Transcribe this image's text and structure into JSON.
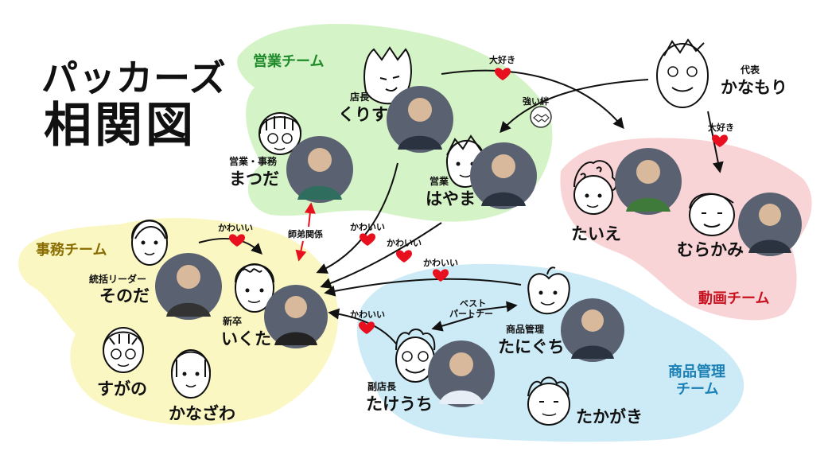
{
  "title": {
    "line1": "パッカーズ",
    "line2": "相関図"
  },
  "teams": {
    "sales": "営業チーム",
    "office": "事務チーム",
    "video": "動画チーム",
    "product_line1": "商品管理",
    "product_line2": "チーム"
  },
  "people": {
    "kurisu": {
      "role": "店長",
      "name": "くりす"
    },
    "matsuda": {
      "role": "営業・事務",
      "name": "まつだ"
    },
    "hayama": {
      "role": "営業",
      "name": "はやま"
    },
    "kanamori": {
      "role": "代表",
      "name": "かなもり"
    },
    "taie": {
      "name": "たいえ"
    },
    "murakami": {
      "name": "むらかみ"
    },
    "sonoda": {
      "role": "統括リーダー",
      "name": "そのだ"
    },
    "ikuta": {
      "role": "新卒",
      "name": "いくた"
    },
    "sugano": {
      "name": "すがの"
    },
    "kanazawa": {
      "name": "かなざわ"
    },
    "taniguchi": {
      "role": "商品管理",
      "name": "たにぐち"
    },
    "takeuchi": {
      "role": "副店長",
      "name": "たけうち"
    },
    "takagaki": {
      "name": "たかがき"
    }
  },
  "relations": {
    "kurisu_video": "大好き",
    "kanamori_murakami": "大好き",
    "kanamori_hayama": "強い絆",
    "sonoda_ikuta": "かわいい",
    "matsuda_ikuta": "師弟関係",
    "kurisu_ikuta": "かわいい",
    "hayama_ikuta": "かわいい",
    "taniguchi_ikuta": "かわいい",
    "takeuchi_ikuta": "かわいい",
    "best_line1": "ベスト",
    "best_line2": "パートナー"
  },
  "colors": {
    "sales_zone": "#d4f3c6",
    "office_zone": "#fbf7c2",
    "video_zone": "#f9d4d6",
    "product_zone": "#cdebf6",
    "heart": "#e8101e",
    "arrow": "#111111",
    "mentor_arrow": "#e8101e",
    "photo_bg": "#5a6272"
  }
}
